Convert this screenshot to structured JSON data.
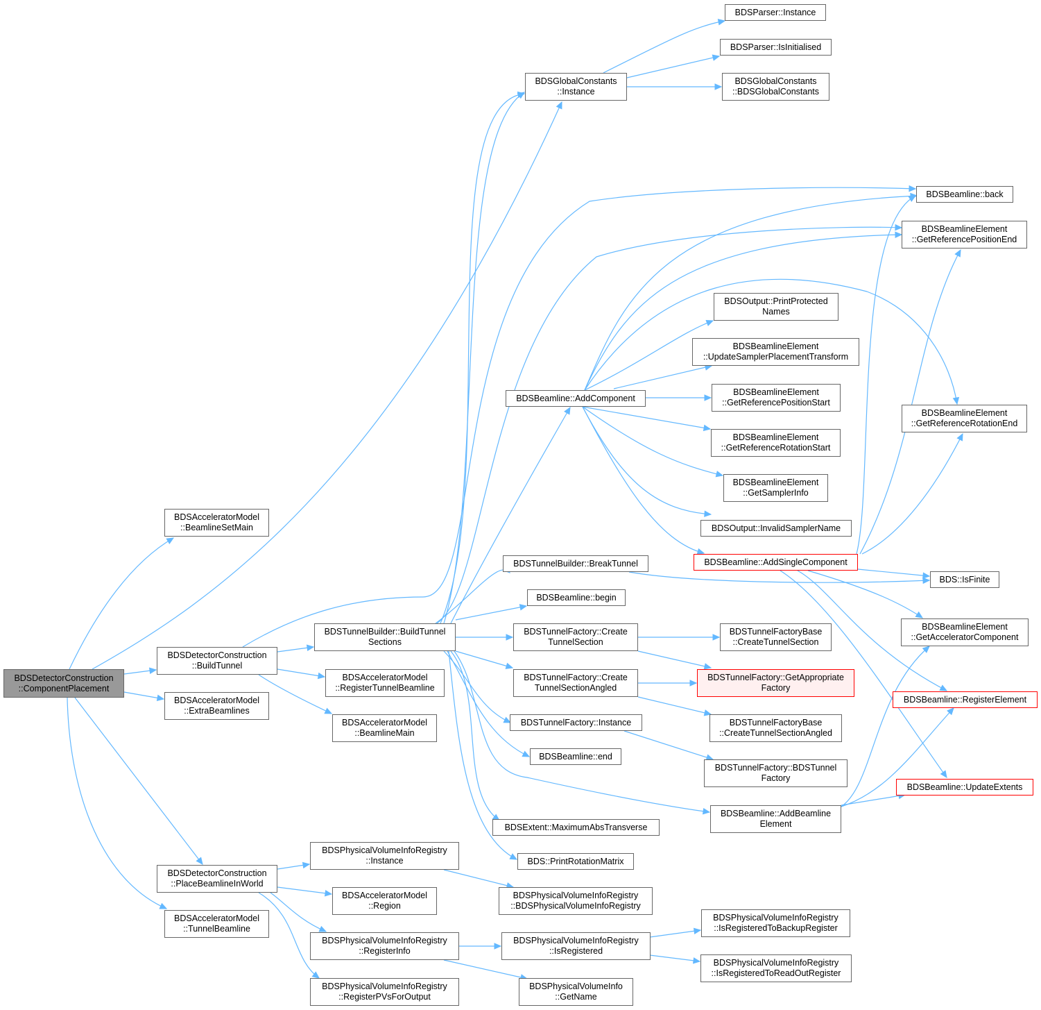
{
  "nodes": {
    "root": [
      "BDSDetectorConstruction",
      "::ComponentPlacement"
    ],
    "beamlineSetMain": [
      "BDSAcceleratorModel",
      "::BeamlineSetMain"
    ],
    "buildTunnel": [
      "BDSDetectorConstruction",
      "::BuildTunnel"
    ],
    "extraBeamlines": [
      "BDSAcceleratorModel",
      "::ExtraBeamlines"
    ],
    "placeBeamlineInWorld": [
      "BDSDetectorConstruction",
      "::PlaceBeamlineInWorld"
    ],
    "tunnelBeamline": [
      "BDSAcceleratorModel",
      "::TunnelBeamline"
    ],
    "buildTunnelSections": [
      "BDSTunnelBuilder::BuildTunnel",
      "Sections"
    ],
    "registerTunnelBeamline": [
      "BDSAcceleratorModel",
      "::RegisterTunnelBeamline"
    ],
    "beamlineMain": [
      "BDSAcceleratorModel",
      "::BeamlineMain"
    ],
    "pvirInstance": [
      "BDSPhysicalVolumeInfoRegistry",
      "::Instance"
    ],
    "amRegion": [
      "BDSAcceleratorModel",
      "::Region"
    ],
    "pvirRegisterInfo": [
      "BDSPhysicalVolumeInfoRegistry",
      "::RegisterInfo"
    ],
    "pvirRegisterPVs": [
      "BDSPhysicalVolumeInfoRegistry",
      "::RegisterPVsForOutput"
    ],
    "gcInstance": [
      "BDSGlobalConstants",
      "::Instance"
    ],
    "addComponent": [
      "BDSBeamline::AddComponent"
    ],
    "breakTunnel": [
      "BDSTunnelBuilder::BreakTunnel"
    ],
    "blBegin": [
      "BDSBeamline::begin"
    ],
    "tfCreateSection": [
      "BDSTunnelFactory::Create",
      "TunnelSection"
    ],
    "tfCreateSectionAngled": [
      "BDSTunnelFactory::Create",
      "TunnelSectionAngled"
    ],
    "tfInstance": [
      "BDSTunnelFactory::Instance"
    ],
    "blEnd": [
      "BDSBeamline::end"
    ],
    "maxAbsTransverse": [
      "BDSExtent::MaximumAbsTransverse"
    ],
    "printRotationMatrix": [
      "BDS::PrintRotationMatrix"
    ],
    "pvirCtor": [
      "BDSPhysicalVolumeInfoRegistry",
      "::BDSPhysicalVolumeInfoRegistry"
    ],
    "pvirIsRegistered": [
      "BDSPhysicalVolumeInfoRegistry",
      "::IsRegistered"
    ],
    "pviGetName": [
      "BDSPhysicalVolumeInfo",
      "::GetName"
    ],
    "parserInstance": [
      "BDSParser::Instance"
    ],
    "parserIsInit": [
      "BDSParser::IsInitialised"
    ],
    "gcCtor": [
      "BDSGlobalConstants",
      "::BDSGlobalConstants"
    ],
    "printProtected": [
      "BDSOutput::PrintProtected",
      "Names"
    ],
    "updateSampler": [
      "BDSBeamlineElement",
      "::UpdateSamplerPlacementTransform"
    ],
    "refPosStart": [
      "BDSBeamlineElement",
      "::GetReferencePositionStart"
    ],
    "refRotStart": [
      "BDSBeamlineElement",
      "::GetReferenceRotationStart"
    ],
    "samplerInfo": [
      "BDSBeamlineElement",
      "::GetSamplerInfo"
    ],
    "invalidSampler": [
      "BDSOutput::InvalidSamplerName"
    ],
    "addSingleComponent": [
      "BDSBeamline::AddSingleComponent"
    ],
    "tfbCreateSection": [
      "BDSTunnelFactoryBase",
      "::CreateTunnelSection"
    ],
    "getAppropriateFactory": [
      "BDSTunnelFactory::GetAppropriate",
      "Factory"
    ],
    "tfbCreateAngled": [
      "BDSTunnelFactoryBase",
      "::CreateTunnelSectionAngled"
    ],
    "tfCtor": [
      "BDSTunnelFactory::BDSTunnel",
      "Factory"
    ],
    "addBeamlineElement": [
      "BDSBeamline::AddBeamline",
      "Element"
    ],
    "isRegBackup": [
      "BDSPhysicalVolumeInfoRegistry",
      "::IsRegisteredToBackupRegister"
    ],
    "isRegReadOut": [
      "BDSPhysicalVolumeInfoRegistry",
      "::IsRegisteredToReadOutRegister"
    ],
    "blBack": [
      "BDSBeamline::back"
    ],
    "refPosEnd": [
      "BDSBeamlineElement",
      "::GetReferencePositionEnd"
    ],
    "refRotEnd": [
      "BDSBeamlineElement",
      "::GetReferenceRotationEnd"
    ],
    "isFinite": [
      "BDS::IsFinite"
    ],
    "getAccComponent": [
      "BDSBeamlineElement",
      "::GetAcceleratorComponent"
    ],
    "registerElement": [
      "BDSBeamline::RegisterElement"
    ],
    "updateExtents": [
      "BDSBeamline::UpdateExtents"
    ]
  },
  "colors": {
    "edge": "#63b8ff",
    "root_fill": "#999999",
    "truncated_border": "#ff0000",
    "truncated_fill": "#fff0f0"
  }
}
